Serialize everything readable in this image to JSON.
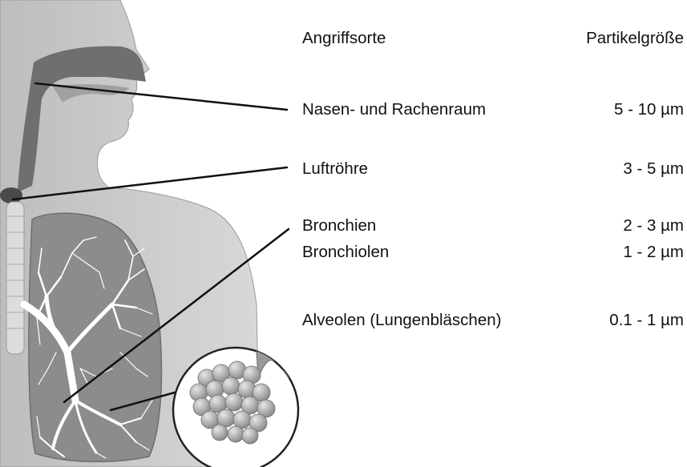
{
  "header": {
    "sites_label": "Angriffsorte",
    "size_label": "Partikelgröße"
  },
  "rows": [
    {
      "site": "Nasen- und Rachenraum",
      "size": "5 - 10 µm"
    },
    {
      "site": "Luftröhre",
      "size": "3 - 5 µm"
    },
    {
      "site": "Bronchien",
      "size": "2 - 3 µm"
    },
    {
      "site": "Bronchiolen",
      "size": "1 - 2 µm"
    },
    {
      "site": "Alveolen (Lungenbläschen)",
      "size": "0.1 - 1 µm"
    }
  ]
}
